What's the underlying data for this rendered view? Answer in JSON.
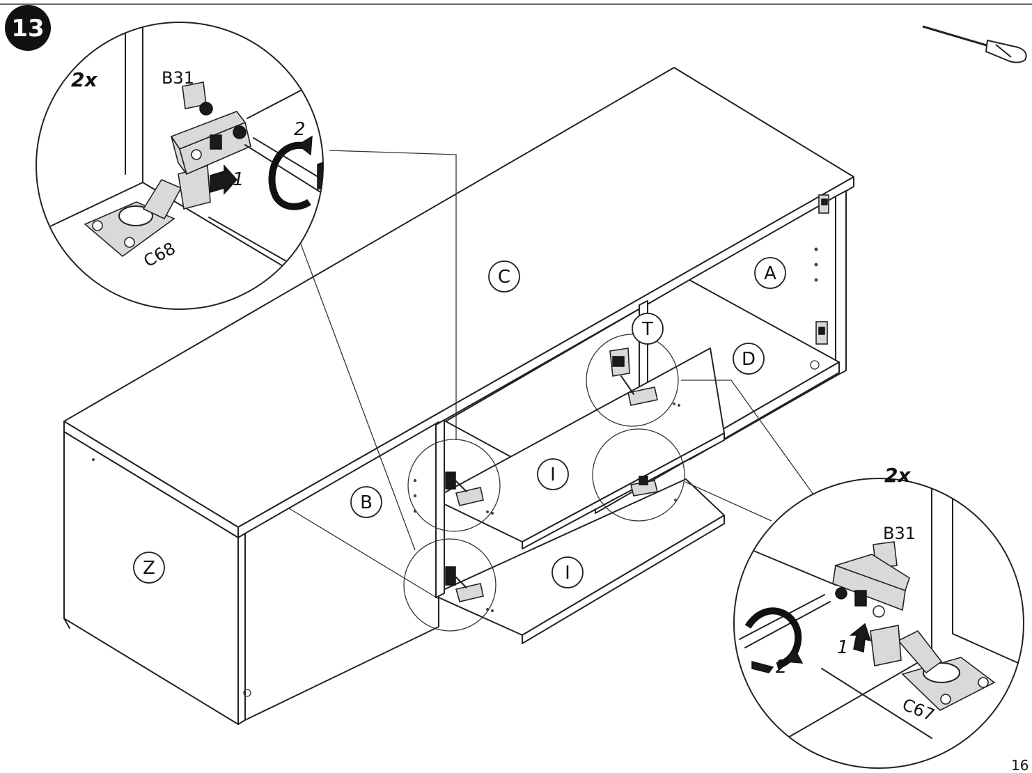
{
  "step": {
    "number": "13"
  },
  "page": {
    "number": "16"
  },
  "tool": {
    "icon": "screwdriver-icon"
  },
  "panels": {
    "A": "A",
    "B": "B",
    "C": "C",
    "D": "D",
    "T": "T",
    "Z": "Z",
    "I_top": "I",
    "I_bottom": "I"
  },
  "detail_left": {
    "quantity": "2x",
    "hinge_part": "B31",
    "plate_part": "C68",
    "step1": "1",
    "step2": "2"
  },
  "detail_right": {
    "quantity": "2x",
    "hinge_part": "B31",
    "plate_part": "C67",
    "step1": "1",
    "step2": "2"
  }
}
